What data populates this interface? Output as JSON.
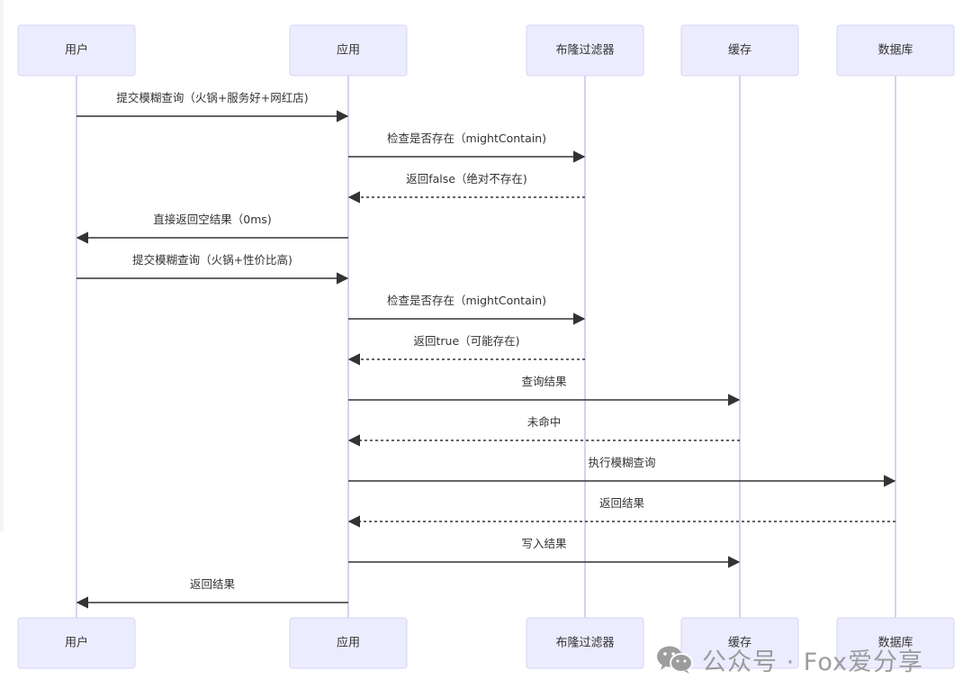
{
  "diagram": {
    "type": "sequence",
    "colors": {
      "actor_fill": "#ececff",
      "actor_border": "#d9d4f5",
      "lifeline": "#ccc6f0",
      "message": "#333333"
    },
    "participants": [
      {
        "id": "user",
        "label": "用户"
      },
      {
        "id": "app",
        "label": "应用"
      },
      {
        "id": "bloom",
        "label": "布隆过滤器"
      },
      {
        "id": "cache",
        "label": "缓存"
      },
      {
        "id": "db",
        "label": "数据库"
      }
    ],
    "messages": [
      {
        "from": "user",
        "to": "app",
        "label": "提交模糊查询（火锅+服务好+网红店)",
        "style": "solid"
      },
      {
        "from": "app",
        "to": "bloom",
        "label": "检查是否存在（mightContain)",
        "style": "solid"
      },
      {
        "from": "bloom",
        "to": "app",
        "label": "返回false（绝对不存在)",
        "style": "dotted"
      },
      {
        "from": "app",
        "to": "user",
        "label": "直接返回空结果（0ms)",
        "style": "solid"
      },
      {
        "from": "user",
        "to": "app",
        "label": "提交模糊查询（火锅+性价比高)",
        "style": "solid"
      },
      {
        "from": "app",
        "to": "bloom",
        "label": "检查是否存在（mightContain)",
        "style": "solid"
      },
      {
        "from": "bloom",
        "to": "app",
        "label": "返回true（可能存在)",
        "style": "dotted"
      },
      {
        "from": "app",
        "to": "cache",
        "label": "查询结果",
        "style": "solid"
      },
      {
        "from": "cache",
        "to": "app",
        "label": "未命中",
        "style": "dotted"
      },
      {
        "from": "app",
        "to": "db",
        "label": "执行模糊查询",
        "style": "solid"
      },
      {
        "from": "db",
        "to": "app",
        "label": "返回结果",
        "style": "dotted"
      },
      {
        "from": "app",
        "to": "cache",
        "label": "写入结果",
        "style": "solid"
      },
      {
        "from": "app",
        "to": "user",
        "label": "返回结果",
        "style": "solid"
      }
    ]
  },
  "watermark": {
    "icon": "wechat-icon",
    "text": "公众号 · Fox爱分享"
  }
}
